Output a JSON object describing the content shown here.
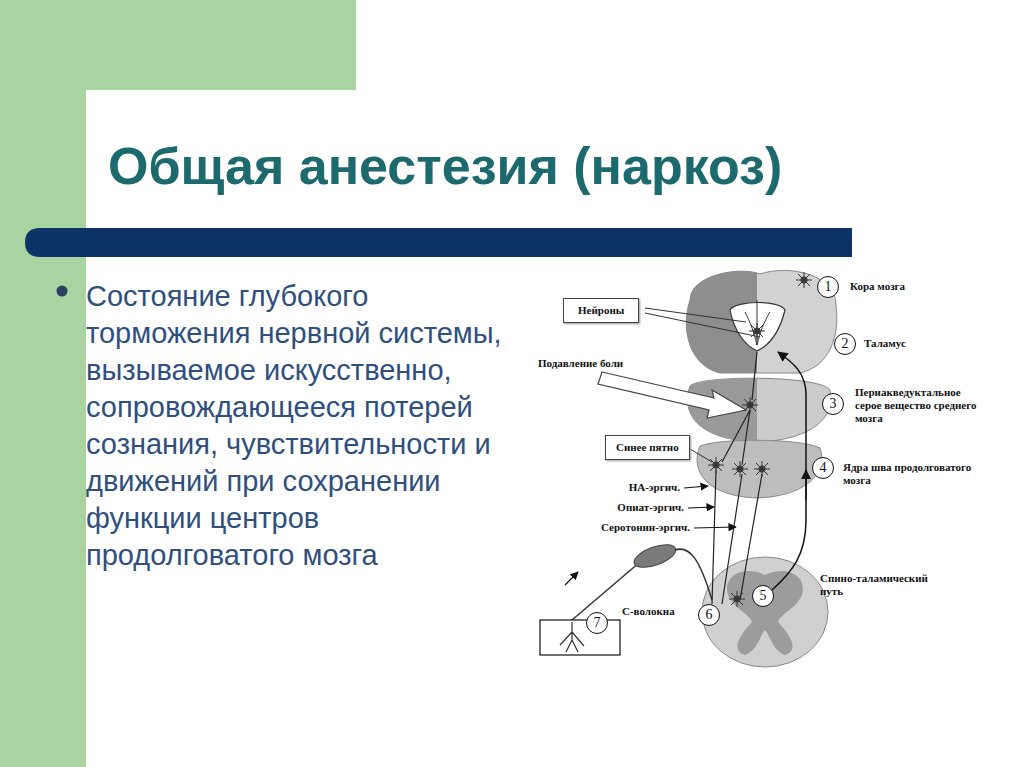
{
  "diagram": {
    "title": "Общая анестезия (наркоз)",
    "nodes": [
      {
        "text": [
          "1"
        ]
      },
      {
        "text": [
          "Нейроны"
        ]
      },
      {
        "text": [
          "2"
        ]
      },
      {
        "text": [
          "3"
        ]
      },
      {
        "text": [
          "Синее пятно"
        ]
      },
      {
        "text": [
          "4"
        ]
      },
      {
        "text": [
          "5"
        ]
      },
      {
        "text": [
          "6"
        ]
      },
      {
        "text": [
          "7"
        ]
      }
    ],
    "labels": [
      "Состояние глубокого торможения нервной системы, вызываемое искусственно, сопровождающееся потерей сознания, чувствительности и движений при сохранении функции центров продолговатого мозга",
      "Кора мозга",
      "Таламус",
      "Периакведуктальное серое вещество среднего мозга",
      "Ядра шва продолговатого мозга",
      "Подавление боли",
      "НА-эргич.",
      "Опиат-эргич.",
      "Серотонин-эргич.",
      "Спино-таламический путь",
      "С-волокна"
    ]
  }
}
